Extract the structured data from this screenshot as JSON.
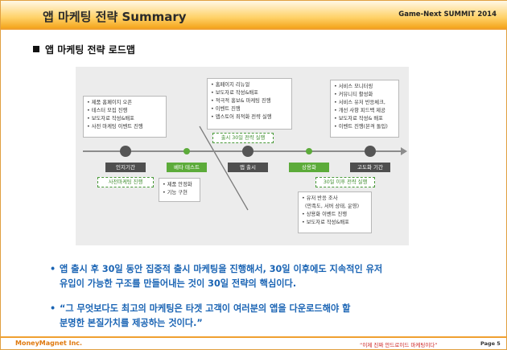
{
  "header": {
    "title": "앱 마케팅 전략 Summary",
    "event": "Game-Next SUMMIT 2014"
  },
  "section_title": "앱 마케팅 전략 로드맵",
  "roadmap": {
    "stages": [
      "인지기간",
      "베타 테스트",
      "앱 출시",
      "상용화",
      "고도화 기간"
    ],
    "tags": [
      "사전마케팅 진행",
      "출시 30일 전략 실행",
      "30일 이후 전략 실행"
    ],
    "notes": {
      "awareness": [
        "제품 홈페이지 오픈",
        "테스터 모집 진행",
        "보도자료 작성&배포",
        "사전 마케팅 이벤트 진행"
      ],
      "beta": [
        "제품 안정화",
        "기능 구현"
      ],
      "launch": [
        "홈페이지 리뉴얼",
        "보도자료 작성&배포",
        "적극적 홍보& 마케팅 진행",
        "이벤트 진행",
        "앱스토어 최적화 전략 실행"
      ],
      "advanced": [
        "서비스 모니터링",
        "커뮤니티 활성화",
        "서비스 유저 반응체크,",
        "개선 사항 피드백 제공",
        "보도자료 작성& 배포",
        "이벤트 진행(본격 돌입)"
      ],
      "commercial": [
        "유저 반응 조사",
        "(만족도, 서버 상태, 운영)",
        "상용화 이벤트 진행",
        "보도자료 작성&배포"
      ]
    }
  },
  "body": {
    "paragraph1": [
      "앱 출시 후 30일 동안 집중적 출시 마케팅을 진행해서, 30일 이후에도 지속적인 유저",
      "유입이 가능한 구조를 만들어내는 것이 30일 전략의 핵심이다."
    ],
    "paragraph2": [
      "“그 무엇보다도 최고의 마케팅은 타겟 고객이 여러분의 앱을 다운로드해야 할",
      "분명한 본질가치를 제공하는 것이다.”"
    ],
    "bullet": "•"
  },
  "footer": {
    "company": "MoneyMagnet Inc.",
    "quote": "“이제 진짜 안드로이드 마케팅이다”",
    "page": "Page 5"
  },
  "colors": {
    "accent_orange": "#f0a030",
    "body_blue": "#1a64b4",
    "stage_green": "#5cab3a",
    "stage_dark": "#4f4f4f"
  }
}
